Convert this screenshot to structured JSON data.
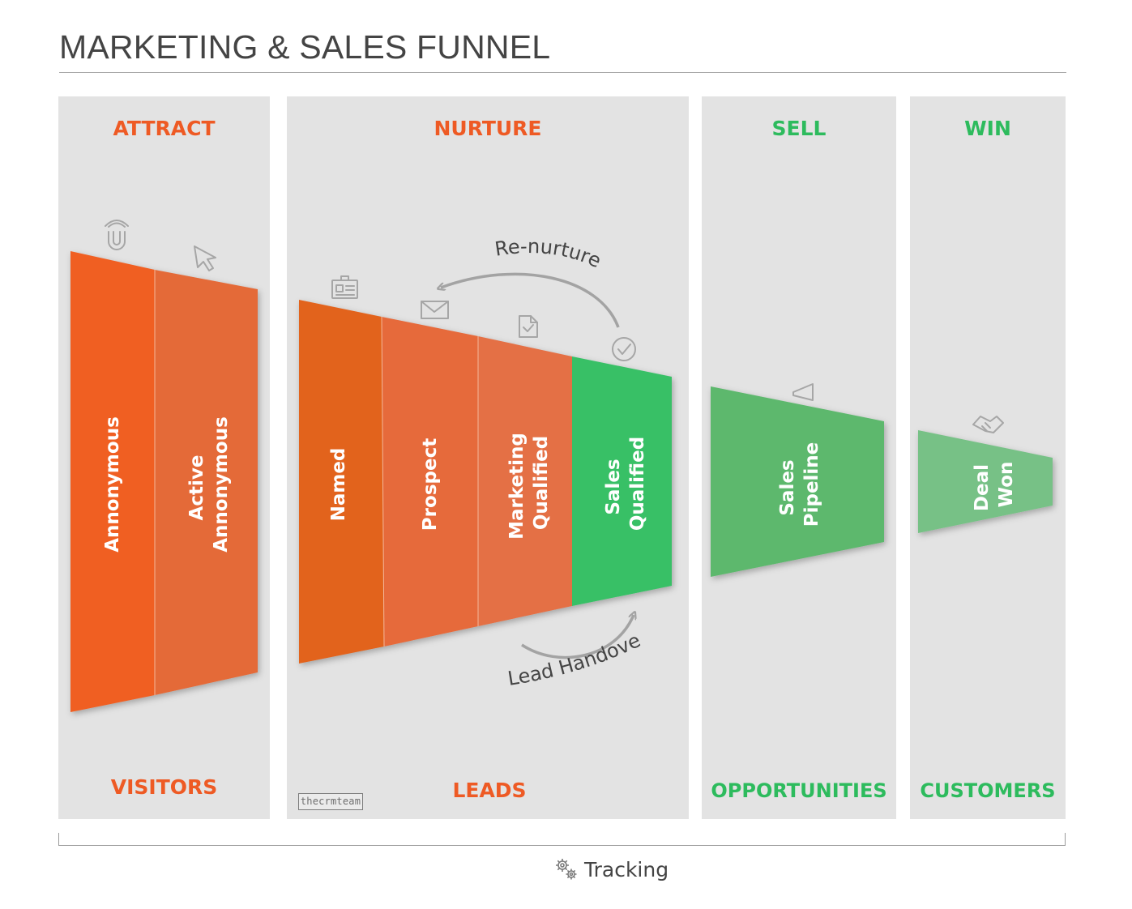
{
  "title": "MARKETING & SALES FUNNEL",
  "colors": {
    "orange": "#ee5a24",
    "green": "#2dbb5d",
    "panel": "#e3e3e3",
    "icon": "#a6a6a6"
  },
  "stages": [
    {
      "label": "ATTRACT",
      "footer": "VISITORS",
      "color": "orange"
    },
    {
      "label": "NURTURE",
      "footer": "LEADS",
      "color": "orange"
    },
    {
      "label": "SELL",
      "footer": "OPPORTUNITIES",
      "color": "green"
    },
    {
      "label": "WIN",
      "footer": "CUSTOMERS",
      "color": "green"
    }
  ],
  "segments": [
    {
      "lines": [
        "Annonymous"
      ],
      "icon": "magnet-icon"
    },
    {
      "lines": [
        "Active",
        "Annonymous"
      ],
      "icon": "cursor-icon"
    },
    {
      "lines": [
        "Named"
      ],
      "icon": "id-card-icon"
    },
    {
      "lines": [
        "Prospect"
      ],
      "icon": "envelope-icon"
    },
    {
      "lines": [
        "Marketing",
        "Qualified"
      ],
      "icon": "document-check-icon"
    },
    {
      "lines": [
        "Sales",
        "Qualified"
      ],
      "icon": "check-circle-icon"
    },
    {
      "lines": [
        "Sales",
        "Pipeline"
      ],
      "icon": "megaphone-icon"
    },
    {
      "lines": [
        "Deal",
        "Won"
      ],
      "icon": "handshake-icon"
    }
  ],
  "arrows": {
    "renurture": "Re-nurture",
    "handover": "Lead Handover"
  },
  "logo": "thecrmteam",
  "tracking": {
    "label": "Tracking",
    "icon": "gears-icon"
  }
}
